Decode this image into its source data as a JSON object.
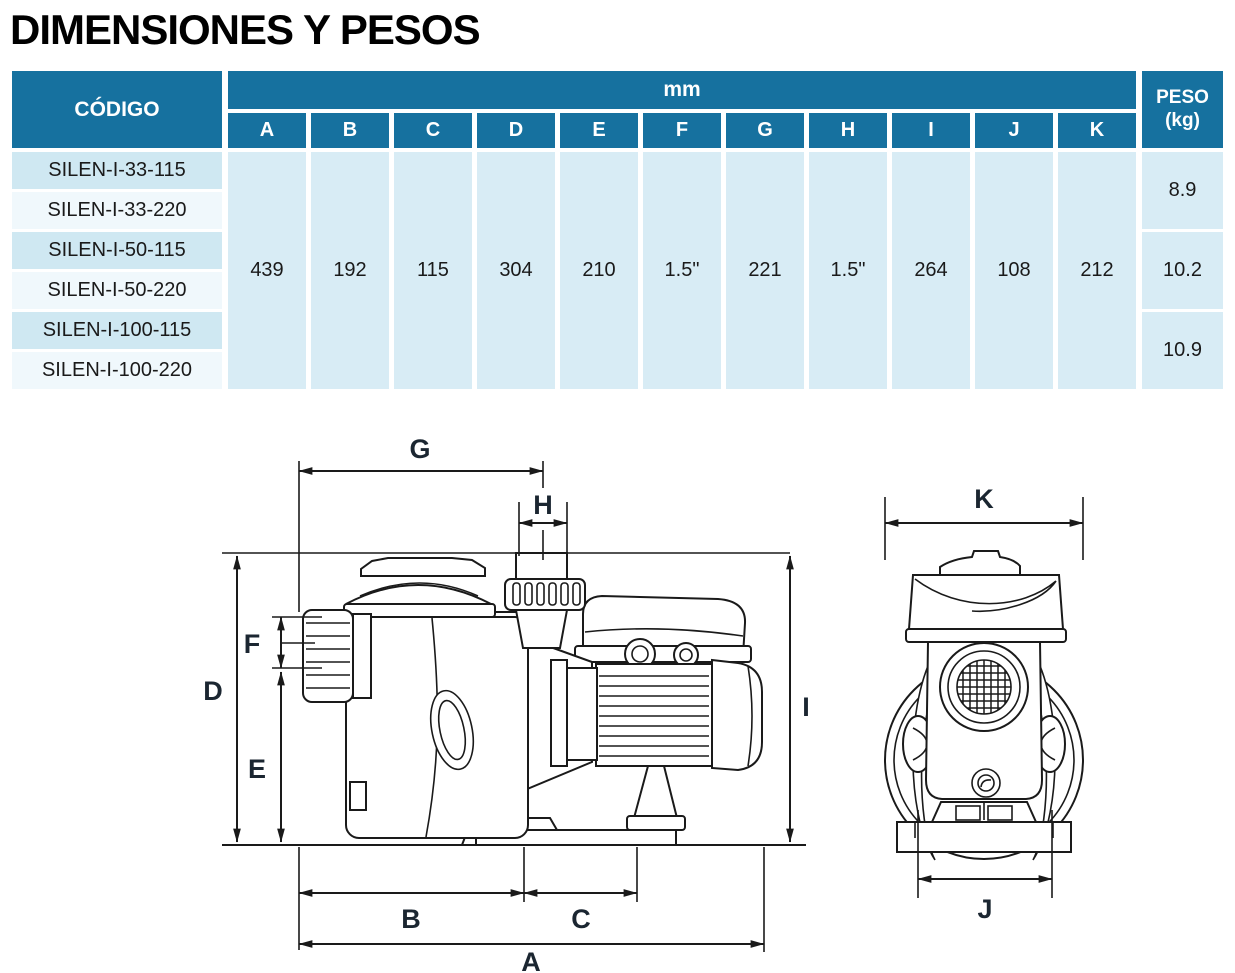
{
  "title": "DIMENSIONES Y PESOS",
  "table": {
    "codigo_header": "CÓDIGO",
    "unit_header": "mm",
    "peso_header_line1": "PESO",
    "peso_header_line2": "(kg)",
    "dim_columns": [
      "A",
      "B",
      "C",
      "D",
      "E",
      "F",
      "G",
      "H",
      "I",
      "J",
      "K"
    ],
    "codes": [
      "SILEN-I-33-115",
      "SILEN-I-33-220",
      "SILEN-I-50-115",
      "SILEN-I-50-220",
      "SILEN-I-100-115",
      "SILEN-I-100-220"
    ],
    "dim_values": [
      "439",
      "192",
      "115",
      "304",
      "210",
      "1.5\"",
      "221",
      "1.5\"",
      "264",
      "108",
      "212"
    ],
    "weights": [
      "8.9",
      "10.2",
      "10.9"
    ]
  },
  "diagram": {
    "dim_labels": {
      "a": "A",
      "b": "B",
      "c": "C",
      "d": "D",
      "e": "E",
      "f": "F",
      "g": "G",
      "h": "H",
      "i": "I",
      "j": "J",
      "k": "K"
    }
  },
  "colors": {
    "header_blue": "#16719f",
    "row_dark": "#cfe8f2",
    "row_light": "#f0f8fc",
    "cell_blue": "#d8ecf5",
    "line": "#1a1a1a",
    "dim_label": "#1b2631"
  }
}
